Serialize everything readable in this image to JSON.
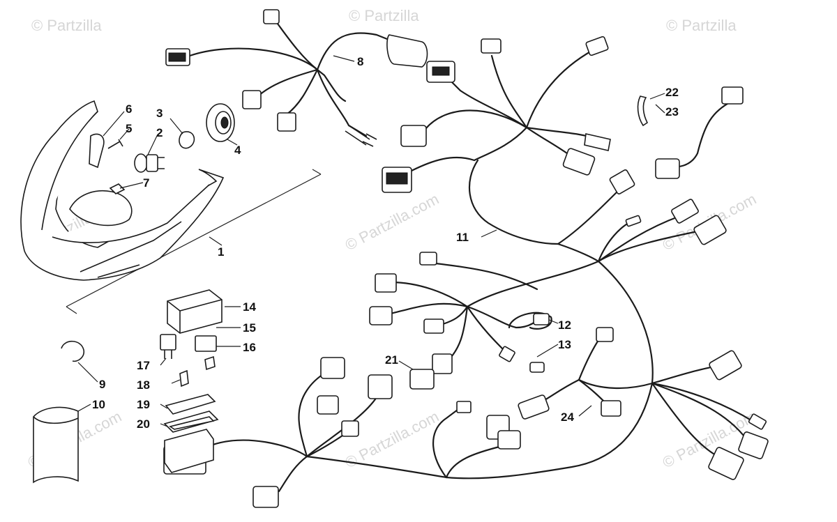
{
  "watermark": {
    "text": "© Partzilla.com",
    "text_short": "© Partzilla",
    "text_mid": "Partzilla.com"
  },
  "callouts": [
    "1",
    "2",
    "3",
    "4",
    "5",
    "6",
    "7",
    "8",
    "9",
    "10",
    "11",
    "12",
    "13",
    "14",
    "15",
    "16",
    "17",
    "18",
    "19",
    "20",
    "21",
    "22",
    "23",
    "24"
  ],
  "colors": {
    "ink": "#1b1b1b",
    "watermark": "#d6d6d6",
    "background": "#ffffff"
  }
}
